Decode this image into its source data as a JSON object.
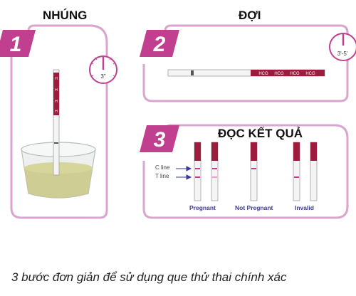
{
  "steps": [
    {
      "number": "1",
      "title": "NHÚNG",
      "timer": "3\""
    },
    {
      "number": "2",
      "title": "ĐỢI",
      "timer": "3'-5'"
    },
    {
      "number": "3",
      "title": "ĐỌC KẾT QUẢ"
    }
  ],
  "strip_text": "HCG",
  "line_labels": {
    "c": "C line",
    "t": "T line"
  },
  "results": [
    "Pregnant",
    "Not Pregnant",
    "Invalid"
  ],
  "caption": "3 bước đơn giản để sử dụng que thử thai chính xác",
  "colors": {
    "accent": "#c0408f",
    "frame": "#d9a5cf",
    "strip_red": "#9b1c3c",
    "liquid": "#c9c98a"
  }
}
